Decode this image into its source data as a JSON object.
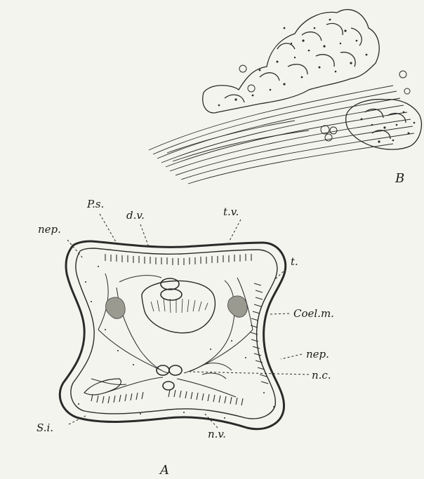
{
  "figure": {
    "panels": {
      "a": "A",
      "b": "B"
    },
    "labels": {
      "ps": "P.s.",
      "dv": "d.v.",
      "tv": "t.v.",
      "nep_left": "nep.",
      "t": "t.",
      "coelm": "Coel.m.",
      "nep_right": "nep.",
      "nc": "n.c.",
      "si": "S.i.",
      "nv": "n.v."
    },
    "colors": {
      "paper": "#f4f4ee",
      "ink": "#2a2a2a"
    }
  }
}
